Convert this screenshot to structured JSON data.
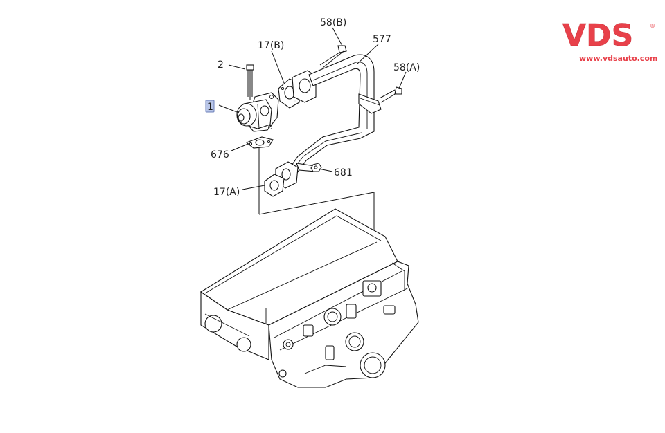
{
  "brand": {
    "logo_text": "VDS",
    "registered_mark": "®",
    "url": "www.vdsauto.com",
    "color": "#e8414a"
  },
  "callouts": [
    {
      "id": "1",
      "text": "1",
      "highlighted": true
    },
    {
      "id": "2",
      "text": "2"
    },
    {
      "id": "17B",
      "text": "17(B)"
    },
    {
      "id": "58B",
      "text": "58(B)"
    },
    {
      "id": "577",
      "text": "577"
    },
    {
      "id": "58A",
      "text": "58(A)"
    },
    {
      "id": "676",
      "text": "676"
    },
    {
      "id": "681",
      "text": "681"
    },
    {
      "id": "17A",
      "text": "17(A)"
    }
  ],
  "colors": {
    "line": "#111111",
    "highlight": "#b9c6e8",
    "background": "#ffffff"
  }
}
